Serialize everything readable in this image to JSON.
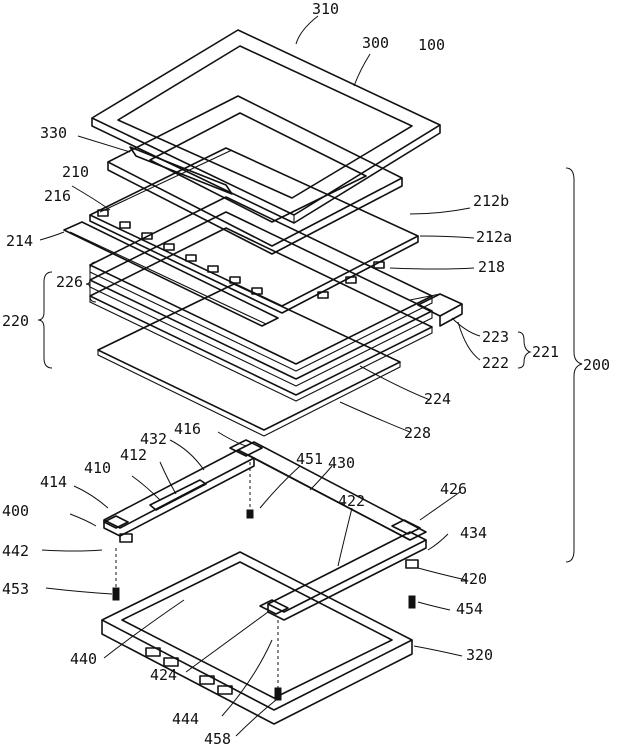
{
  "figure": {
    "labels": {
      "l310": "310",
      "l300": "300",
      "l100": "100",
      "l330": "330",
      "l210": "210",
      "l216": "216",
      "l212b": "212b",
      "l214": "214",
      "l212a": "212a",
      "l218": "218",
      "l226": "226",
      "l220": "220",
      "l223": "223",
      "l222": "222",
      "l221": "221",
      "l200": "200",
      "l224": "224",
      "l228": "228",
      "l416": "416",
      "l432": "432",
      "l412": "412",
      "l451": "451",
      "l430": "430",
      "l410": "410",
      "l414": "414",
      "l426": "426",
      "l422": "422",
      "l400": "400",
      "l434": "434",
      "l442": "442",
      "l420": "420",
      "l453": "453",
      "l454": "454",
      "l440": "440",
      "l320": "320",
      "l424": "424",
      "l444": "444",
      "l458": "458"
    }
  }
}
